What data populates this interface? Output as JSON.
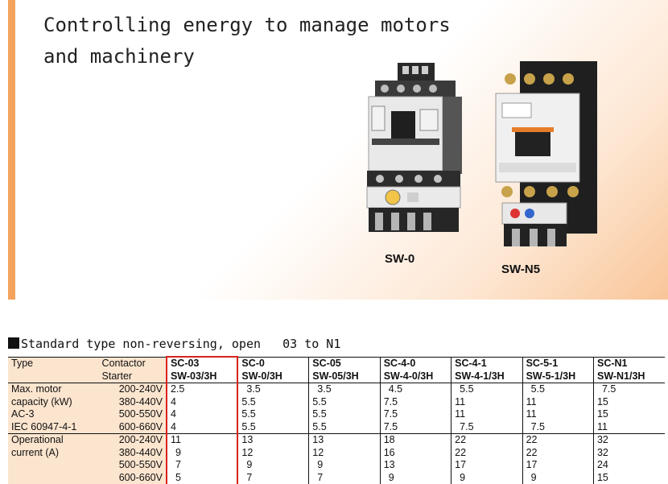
{
  "hero": {
    "headline_line1": "Controlling energy to manage motors",
    "headline_line2": "and machinery",
    "products": [
      {
        "caption": "SW-0"
      },
      {
        "caption": "SW-N5"
      }
    ]
  },
  "section_title": "Standard type non-reversing, open   03 to N1",
  "table": {
    "type_label": "Type",
    "contactor_label": "Contactor",
    "starter_label": "Starter",
    "models": [
      {
        "contactor": "SC-03",
        "starter": "SW-03/3H"
      },
      {
        "contactor": "SC-0",
        "starter": "SW-0/3H"
      },
      {
        "contactor": "SC-05",
        "starter": "SW-05/3H"
      },
      {
        "contactor": "SC-4-0",
        "starter": "SW-4-0/3H"
      },
      {
        "contactor": "SC-4-1",
        "starter": "SW-4-1/3H"
      },
      {
        "contactor": "SC-5-1",
        "starter": "SW-5-1/3H"
      },
      {
        "contactor": "SC-N1",
        "starter": "SW-N1/3H"
      }
    ],
    "groups": [
      {
        "labels": [
          "Max. motor",
          "capacity (kW)",
          "AC-3",
          "IEC 60947-4-1"
        ],
        "rows": [
          {
            "voltage": "200-240V",
            "values": [
              "2.5",
              "3.5",
              "3.5",
              "4.5",
              "5.5",
              "5.5",
              "7.5"
            ]
          },
          {
            "voltage": "380-440V",
            "values": [
              "4",
              "5.5",
              "5.5",
              "7.5",
              "11",
              "11",
              "15"
            ]
          },
          {
            "voltage": "500-550V",
            "values": [
              "4",
              "5.5",
              "5.5",
              "7.5",
              "11",
              "11",
              "15"
            ]
          },
          {
            "voltage": "600-660V",
            "values": [
              "4",
              "5.5",
              "5.5",
              "7.5",
              "7.5",
              "7.5",
              "11"
            ]
          }
        ]
      },
      {
        "labels": [
          "Operational",
          "current (A)",
          "",
          ""
        ],
        "rows": [
          {
            "voltage": "200-240V",
            "values": [
              "11",
              "13",
              "13",
              "18",
              "22",
              "22",
              "32"
            ]
          },
          {
            "voltage": "380-440V",
            "values": [
              "9",
              "12",
              "12",
              "16",
              "22",
              "22",
              "32"
            ]
          },
          {
            "voltage": "500-550V",
            "values": [
              "7",
              "9",
              "9",
              "13",
              "17",
              "17",
              "24"
            ]
          },
          {
            "voltage": "600-660V",
            "values": [
              "5",
              "7",
              "7",
              "9",
              "9",
              "9",
              "15"
            ]
          }
        ]
      }
    ]
  }
}
